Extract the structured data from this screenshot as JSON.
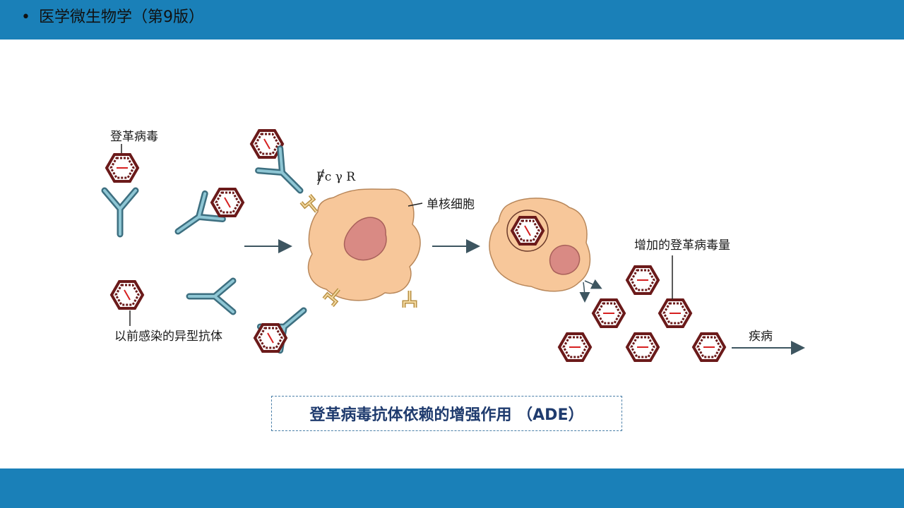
{
  "header": {
    "bullet": "•",
    "title": "医学微生物学（第9版）"
  },
  "diagram": {
    "labels": {
      "dengue_virus": "登革病毒",
      "fc_receptor": "Fc γ R",
      "monocyte": "单核细胞",
      "increased_virus": "增加的登革病毒量",
      "prior_antibody": "以前感染的异型抗体",
      "disease": "疾病"
    }
  },
  "caption": {
    "text": "登革病毒抗体依赖的增强作用 （ADE）"
  },
  "colors": {
    "bar": "#1a80b8",
    "cell": "#f7c79a",
    "nucleus": "#d98a84",
    "antibody": "#6fa8b8",
    "virus": "#6b1a1a",
    "arrow": "#3d5560"
  }
}
